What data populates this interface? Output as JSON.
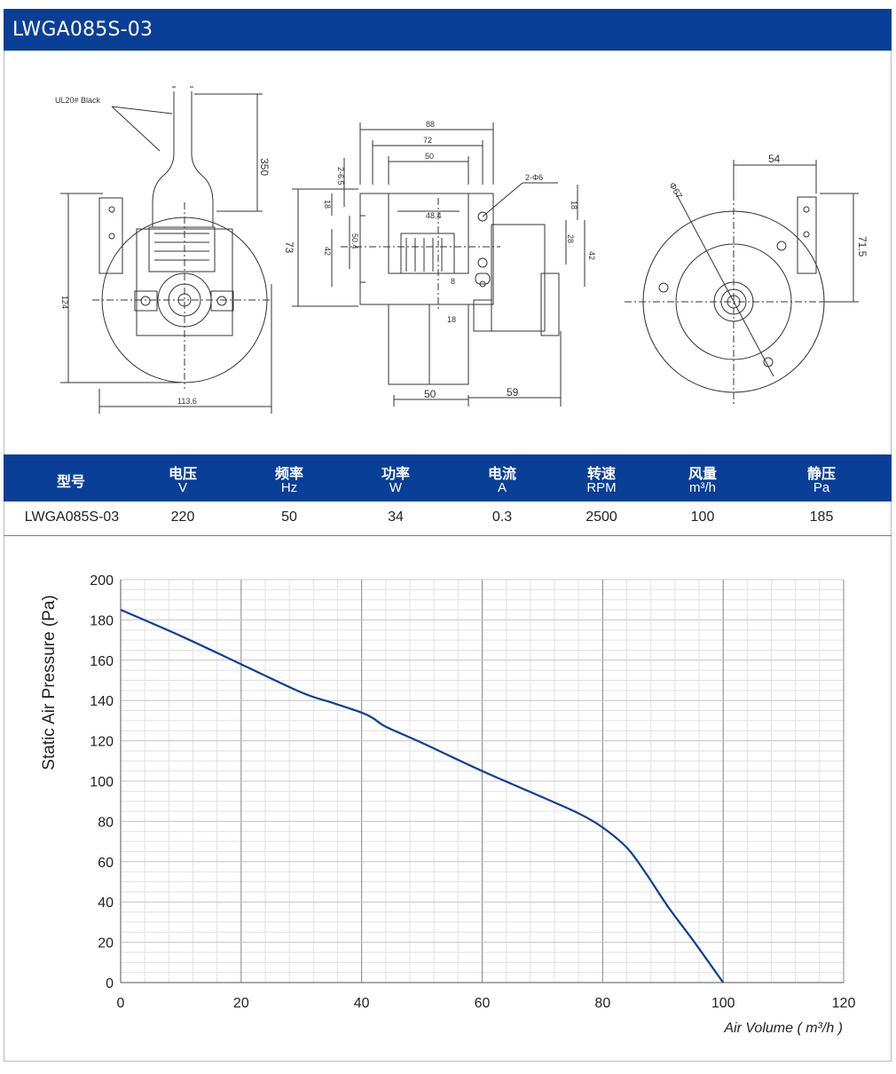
{
  "title": "LWGA085S-03",
  "drawing": {
    "wire_label": "UL20# Black",
    "side_dims": {
      "lead_length": "350",
      "height": "124",
      "width": "113.6"
    },
    "front_dims": {
      "d88": "88",
      "d72": "72",
      "d50": "50",
      "d73": "73",
      "d48": "48.4",
      "d2_65": "2-6.5",
      "d2_96": "2-Φ6",
      "d18a": "18",
      "d18b": "18",
      "d42a": "42",
      "d42b": "42",
      "d28": "28",
      "d50_4": "50.4",
      "d8": "8",
      "d18c": "18",
      "d50b": "50",
      "d59": "59"
    },
    "rear_dims": {
      "d54": "54",
      "d71_5": "71.5",
      "d67": "Φ67"
    }
  },
  "spec_table": {
    "headers": [
      {
        "name": "型号",
        "unit": ""
      },
      {
        "name": "电压",
        "unit": "V"
      },
      {
        "name": "频率",
        "unit": "Hz"
      },
      {
        "name": "功率",
        "unit": "W"
      },
      {
        "name": "电流",
        "unit": "A"
      },
      {
        "name": "转速",
        "unit": "RPM"
      },
      {
        "name": "风量",
        "unit": "m³/h"
      },
      {
        "name": "静压",
        "unit": "Pa"
      }
    ],
    "row": [
      "LWGA085S-03",
      "220",
      "50",
      "34",
      "0.3",
      "2500",
      "100",
      "185"
    ]
  },
  "chart_data": {
    "type": "line",
    "title": "",
    "xlabel": "Air Volume ( m³/h )",
    "ylabel": "Static Air Pressure  (Pa)",
    "xlim": [
      0,
      120
    ],
    "ylim": [
      0,
      200
    ],
    "xticks": [
      0,
      20,
      40,
      60,
      80,
      100,
      120
    ],
    "yticks": [
      0,
      20,
      40,
      60,
      80,
      100,
      120,
      140,
      160,
      180,
      200
    ],
    "grid": true,
    "colors": {
      "line": "#0a3f97",
      "major_grid": "#8a8a8a",
      "minor_grid": "#e2e2e2"
    },
    "series": [
      {
        "x": [
          0,
          10,
          20,
          30,
          35,
          40,
          42,
          44,
          50,
          60,
          70,
          76,
          80,
          84,
          87,
          91,
          95,
          100
        ],
        "y": [
          185,
          172,
          158,
          144,
          139,
          134,
          131,
          127,
          119,
          105,
          92,
          84,
          77,
          67,
          55,
          37,
          21,
          0
        ]
      }
    ]
  }
}
